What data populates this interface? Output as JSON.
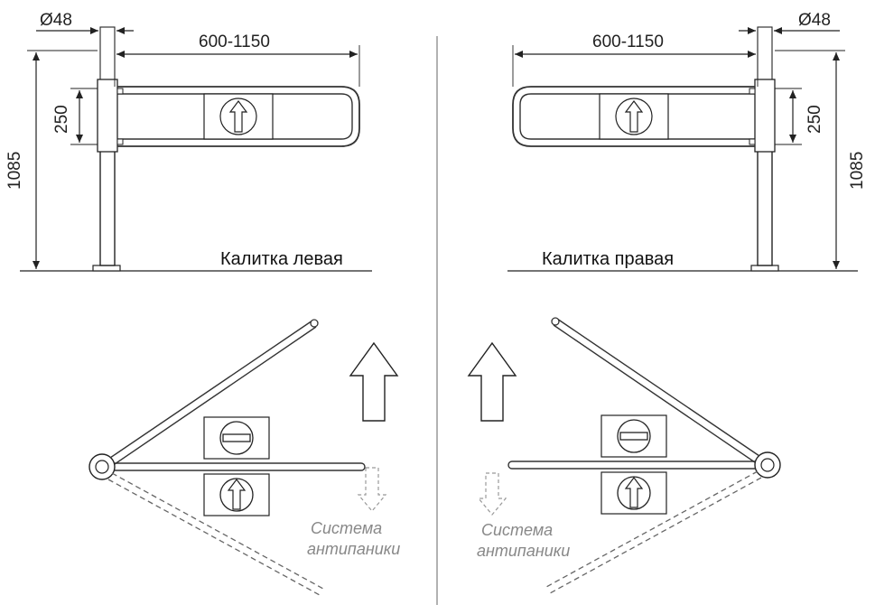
{
  "left_gate": {
    "caption": "Калитка левая",
    "diameter_label": "Ø48",
    "length_label": "600-1150",
    "height_label": "1085",
    "bar_gap_label": "250"
  },
  "right_gate": {
    "caption": "Калитка правая",
    "diameter_label": "Ø48",
    "length_label": "600-1150",
    "height_label": "1085",
    "bar_gap_label": "250"
  },
  "left_plan": {
    "anti_panic_line1": "Система",
    "anti_panic_line2": "антипаники"
  },
  "right_plan": {
    "anti_panic_line1": "Система",
    "anti_panic_line2": "антипаники"
  },
  "colors": {
    "line": "#222222",
    "dashed_arrow": "#999999",
    "anti_panic_text": "#888888"
  }
}
